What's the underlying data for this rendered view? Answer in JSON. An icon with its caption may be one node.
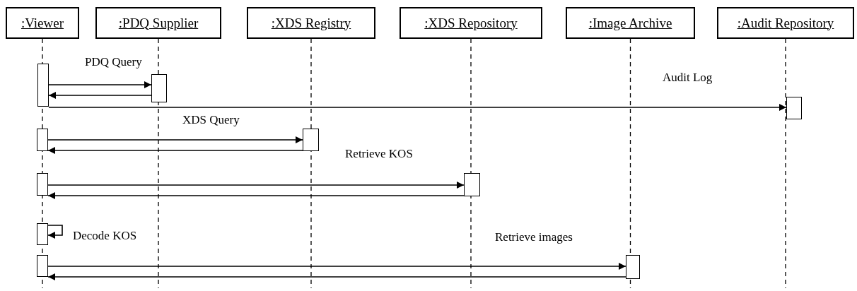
{
  "diagram": {
    "nodes": [
      {
        "text": [
          ":Viewer"
        ]
      },
      {
        "text": [
          ":PDQ Supplier"
        ]
      },
      {
        "text": [
          ":XDS Registry"
        ]
      },
      {
        "text": [
          ":XDS Repository"
        ]
      },
      {
        "text": [
          ":Image Archive"
        ]
      },
      {
        "text": [
          ":Audit Repository"
        ]
      },
      {
        "text": [],
        "shape": "bar"
      },
      {
        "text": [],
        "shape": "bar"
      },
      {
        "text": [],
        "shape": "bar"
      },
      {
        "text": [],
        "shape": "bar"
      },
      {
        "text": [],
        "shape": "bar"
      },
      {
        "text": [],
        "shape": "bar"
      },
      {
        "text": [],
        "shape": "bar"
      },
      {
        "text": [],
        "shape": "bar"
      },
      {
        "text": [],
        "shape": "bar"
      },
      {
        "text": [],
        "shape": "bar"
      }
    ],
    "edges": [
      {
        "from": 6,
        "to": 7,
        "arrow": "to",
        "label": "PDQ Query"
      },
      {
        "from": 7,
        "to": 6,
        "arrow": "to"
      },
      {
        "from": 6,
        "to": 8,
        "arrow": "to",
        "label": "Audit Log"
      },
      {
        "from": 9,
        "to": 10,
        "arrow": "to",
        "label": "XDS Query"
      },
      {
        "from": 10,
        "to": 9,
        "arrow": "to"
      },
      {
        "from": 11,
        "to": 12,
        "arrow": "to",
        "label": "Retrieve KOS"
      },
      {
        "from": 12,
        "to": 11,
        "arrow": "to"
      },
      {
        "from": 13,
        "to": 13,
        "arrow": "to",
        "label": "Decode KOS"
      },
      {
        "from": 14,
        "to": 15,
        "arrow": "to",
        "label": "Retrieve images"
      },
      {
        "from": 15,
        "to": 14,
        "arrow": "to"
      }
    ]
  }
}
